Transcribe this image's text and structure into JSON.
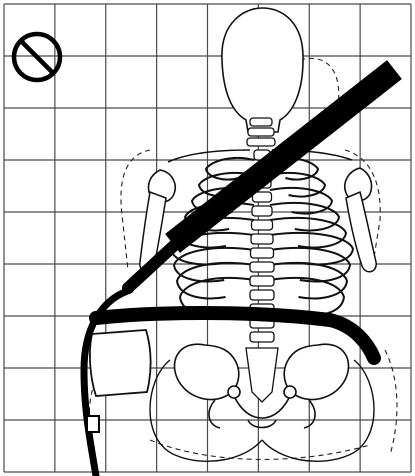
{
  "figure": {
    "background": "#ffffff",
    "ink": "#111111",
    "grid_color": "#4a4a4a",
    "grid_cells": {
      "columns": 8,
      "rows": 9
    }
  },
  "icons": {
    "prohibition": "prohibition-icon",
    "shoulder_belt": "shoulder-belt-strap",
    "lap_belt": "lap-belt-strap",
    "buckle": "seat-belt-buckle",
    "pillow": "pillow-cushion"
  }
}
